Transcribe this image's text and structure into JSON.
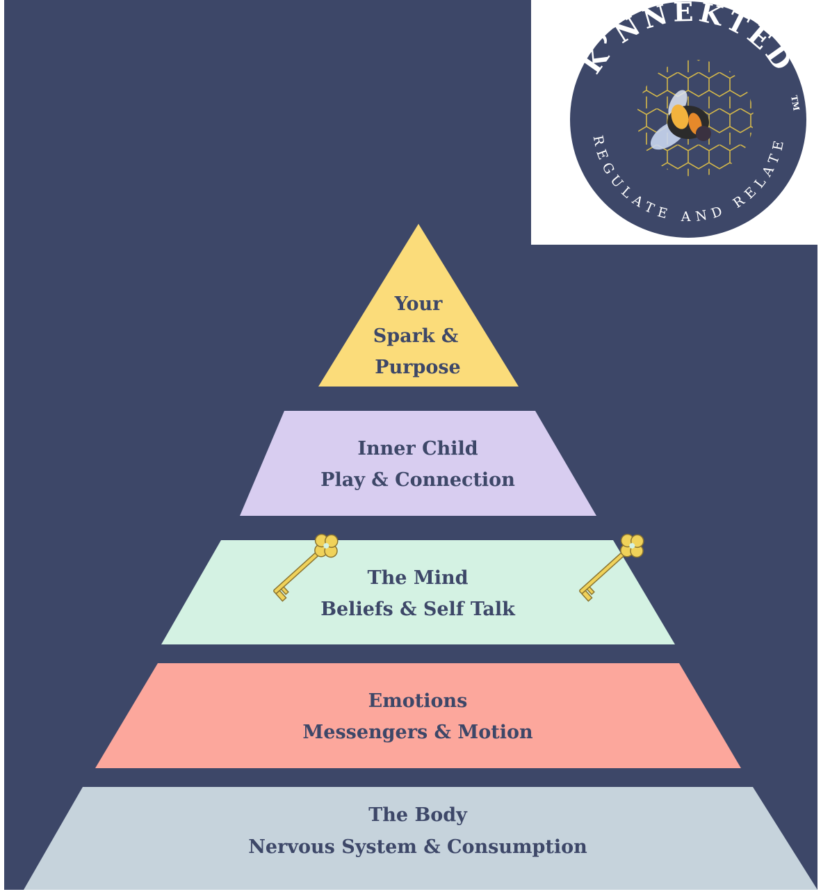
{
  "logo": {
    "brand": "K’NNEKTED",
    "trademark": "TM",
    "tagline": "REGULATE AND RELATE",
    "colors": {
      "circle": "#3d4768",
      "honeycomb": "#d4b84a",
      "text": "#ffffff"
    }
  },
  "pyramid": {
    "tiers": [
      {
        "lines": [
          "Your",
          "Spark &",
          "Purpose"
        ],
        "color": "#fbdc7a"
      },
      {
        "lines": [
          "Inner Child",
          "Play & Connection"
        ],
        "color": "#d8cdf0"
      },
      {
        "lines": [
          "The Mind",
          "Beliefs & Self Talk"
        ],
        "color": "#d4f2e3"
      },
      {
        "lines": [
          "Emotions",
          "Messengers & Motion"
        ],
        "color": "#fca79c"
      },
      {
        "lines": [
          "The Body",
          "Nervous System & Consumption"
        ],
        "color": "#c6d3dc"
      }
    ],
    "key_icon": "key-icon"
  },
  "colors": {
    "background": "#3d4768",
    "text": "#3d4768",
    "key": "#f0d25a"
  }
}
